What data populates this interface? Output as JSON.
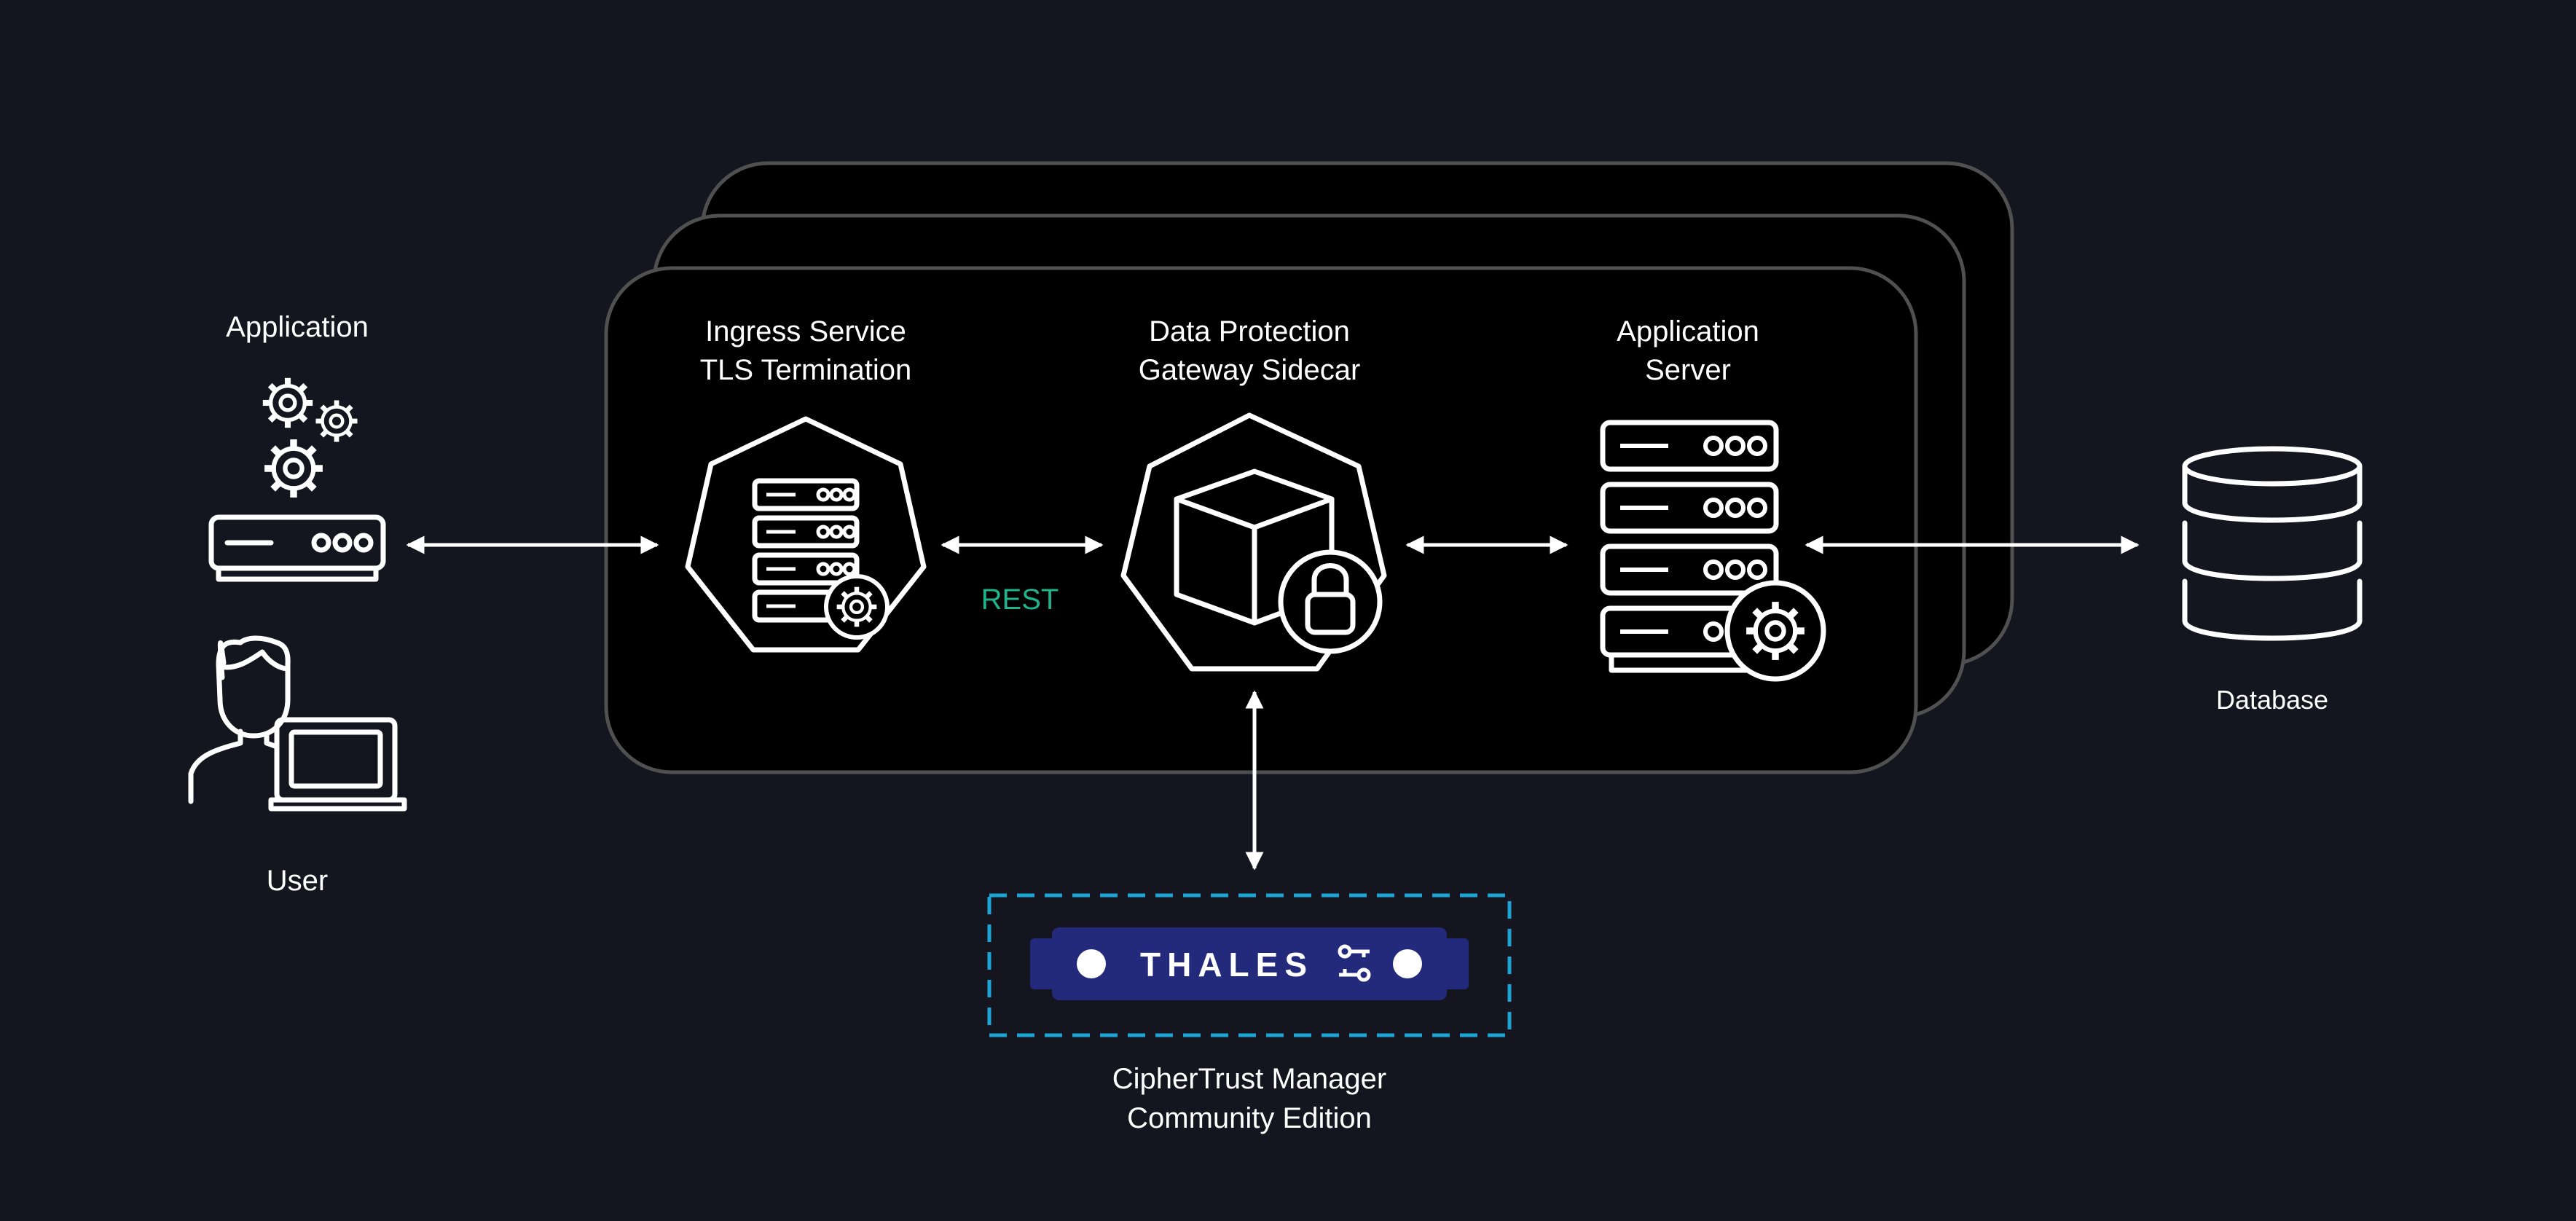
{
  "colors": {
    "background": "#15151f",
    "pod_fill": "#000000",
    "pod_border": "#505050",
    "rest_text": "#1fb48c",
    "ctm_border": "#1aa5d6",
    "thales_badge": "#232a7c"
  },
  "nodes": {
    "application": {
      "label": "Application",
      "icons": [
        "gears-icon",
        "server-appliance-icon"
      ]
    },
    "user": {
      "label": "User",
      "icons": [
        "person-laptop-icon"
      ]
    },
    "ingress": {
      "line1": "Ingress Service",
      "line2": "TLS Termination",
      "icons": [
        "heptagon-icon",
        "server-rack-gear-icon"
      ]
    },
    "gateway": {
      "line1": "Data Protection",
      "line2": "Gateway Sidecar",
      "icons": [
        "heptagon-icon",
        "cube-icon",
        "lock-icon"
      ]
    },
    "app_server": {
      "line1": "Application",
      "line2": "Server",
      "icons": [
        "server-rack-gear-icon"
      ]
    },
    "database": {
      "label": "Database",
      "icons": [
        "database-icon"
      ]
    },
    "ctm": {
      "line1": "CipherTrust Manager",
      "line2": "Community Edition",
      "brand": "THALES",
      "icons": [
        "thales-appliance-icon",
        "keys-icon"
      ]
    }
  },
  "connections": [
    {
      "from": "application",
      "to": "ingress",
      "direction": "both"
    },
    {
      "from": "ingress",
      "to": "gateway",
      "direction": "both",
      "label": "REST"
    },
    {
      "from": "gateway",
      "to": "app_server",
      "direction": "both"
    },
    {
      "from": "app_server",
      "to": "database",
      "direction": "both"
    },
    {
      "from": "gateway",
      "to": "ctm",
      "direction": "both"
    }
  ]
}
